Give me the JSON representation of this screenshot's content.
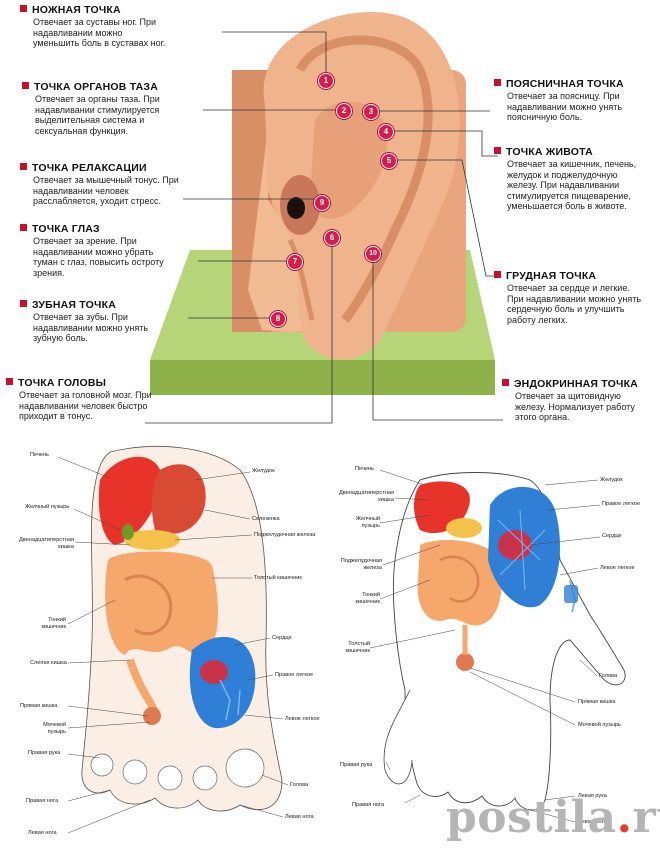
{
  "points": [
    {
      "n": "1",
      "title": "Ножная точка",
      "desc": "Отвечает за суставы ног. При надавливании можно уменьшить боль в суставах ног."
    },
    {
      "n": "2",
      "title": "Точка органов таза",
      "desc": "Отвечает за органы таза. При надавливании стимулируется выделительная система и сексуальная функция."
    },
    {
      "n": "3",
      "title": "Поясничная точка",
      "desc": "Отвечает за поясницу. При надавливании можно унять поясничную боль."
    },
    {
      "n": "4",
      "title": "Точка живота",
      "desc": "Отвечает за кишечник, печень, желудок и поджелудочную железу. При надавливании стимулируется пищеварение, уменьшается боль в животе."
    },
    {
      "n": "5",
      "title": "Грудная точка",
      "desc": "Отвечает за сердце и легкие. При надавливании можно унять сердечную боль и улучшить работу легких."
    },
    {
      "n": "6",
      "title": "Точка головы",
      "desc": "Отвечает за головной мозг. При надавливании человек быстро приходит в тонус."
    },
    {
      "n": "7",
      "title": "Точка глаз",
      "desc": "Отвечает за зрение. При надавливании можно убрать туман с глаз, повысить остроту зрения."
    },
    {
      "n": "8",
      "title": "Зубная точка",
      "desc": "Отвечает за зубы. При надавливании можно унять зубную боль."
    },
    {
      "n": "9",
      "title": "Точка релаксации",
      "desc": "Отвечает за мышечный тонус. При надавливании человек расслабляется, уходит стресс."
    },
    {
      "n": "10",
      "title": "Эндокринная точка",
      "desc": "Отвечает за щитовидную железу. Нормализует работу этого органа."
    }
  ],
  "foot_labels": {
    "liver": "Печень",
    "gallbladder": "Желчный пузырь",
    "duodenum": "Двенадцатиперстная кишка",
    "small_intestine": "Тонкий кишечник",
    "cecum": "Слепая кишка",
    "rectum": "Прямая кишка",
    "bladder": "Мочевой пузырь",
    "right_arm": "Правая рука",
    "right_leg": "Правая нога",
    "left_leg": "Левая нога",
    "stomach": "Желудок",
    "spleen": "Селезенка",
    "pancreas": "Поджелудочная железа",
    "colon": "Толстый кишечник",
    "heart": "Сердце",
    "right_lung": "Правое легкое",
    "left_lung": "Левое легкое",
    "head": "Голова"
  },
  "hand_labels": {
    "liver": "Печень",
    "duodenum": "Двенадцатиперстная кишка",
    "gallbladder": "Желчный пузырь",
    "pancreas": "Поджелудочная железа",
    "small_intestine": "Тонкий кишечник",
    "colon": "Толстый кишечник",
    "stomach": "Желудок",
    "right_lung": "Правое легкое",
    "heart": "Сердце",
    "left_lung": "Левое легкое",
    "head": "Голова",
    "rectum": "Прямая кишка",
    "bladder": "Мочевой пузырь",
    "right_arm": "Правая рука",
    "right_leg": "Правая нога",
    "left_arm": "Левая рука",
    "left_leg": "Левая нога"
  },
  "watermark": {
    "part1": "postila",
    "dot": ".",
    "part2": "ru"
  },
  "colors": {
    "accent": "#c8102e",
    "badge": "#d81b4a",
    "stand": "#9fc25a",
    "skin": "#f0b58c",
    "lung": "#2f7fd6",
    "organ_red": "#e8332a",
    "intestine": "#f5a76c"
  }
}
